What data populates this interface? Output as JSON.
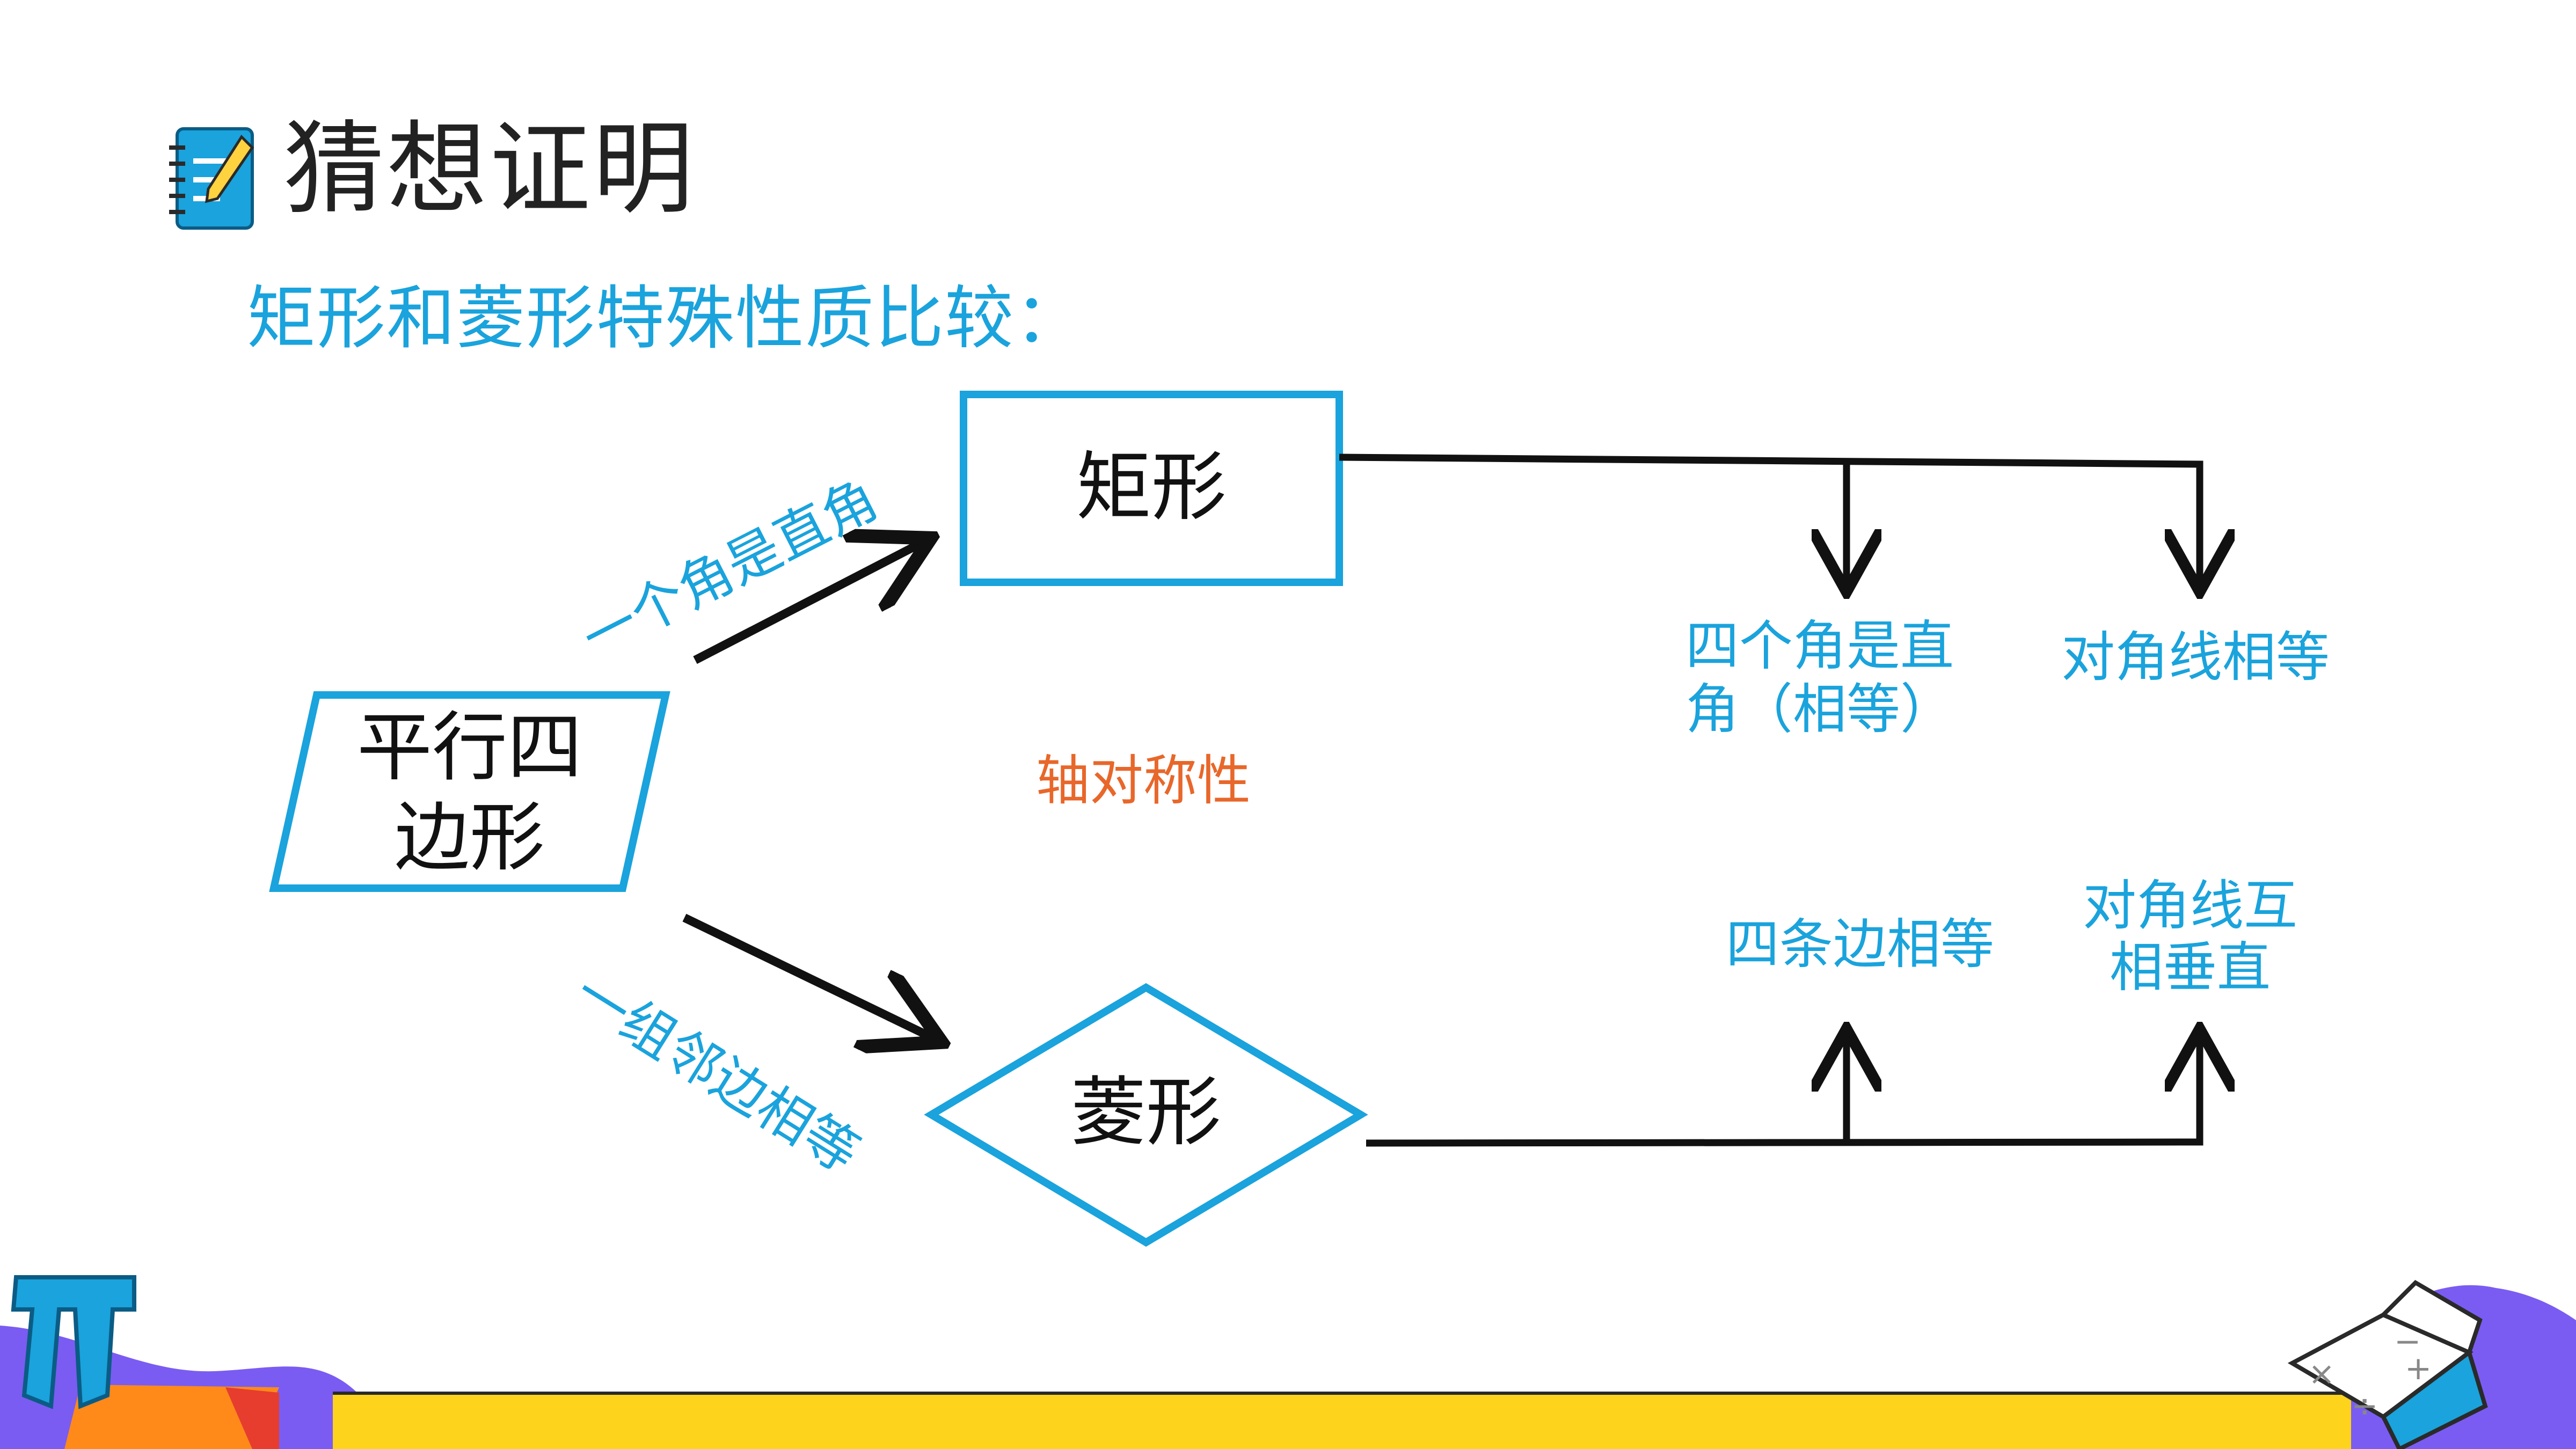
{
  "header": {
    "title": "猜想证明",
    "subtitle": "矩形和菱形特殊性质比较：",
    "icon": "notebook-icon"
  },
  "diagram": {
    "nodes": {
      "parallelogram": "平行四边形",
      "rectangle": "矩形",
      "rhombus": "菱形"
    },
    "edge_labels": {
      "to_rectangle": "一个角是直角",
      "to_rhombus": "一组邻边相等"
    },
    "shared_property": "轴对称性",
    "rectangle_properties": [
      "四个角是直角（相等）",
      "对角线相等"
    ],
    "rhombus_properties": [
      "四条边相等",
      "对角线互相垂直"
    ]
  },
  "decorations": {
    "bottom_left": "pi-icon",
    "bottom_right": "math-book-icon"
  },
  "colors": {
    "accent_blue": "#1aa3dc",
    "accent_orange": "#e8672a",
    "footer_yellow": "#fdd31c",
    "footer_purple": "#6d59f0"
  }
}
